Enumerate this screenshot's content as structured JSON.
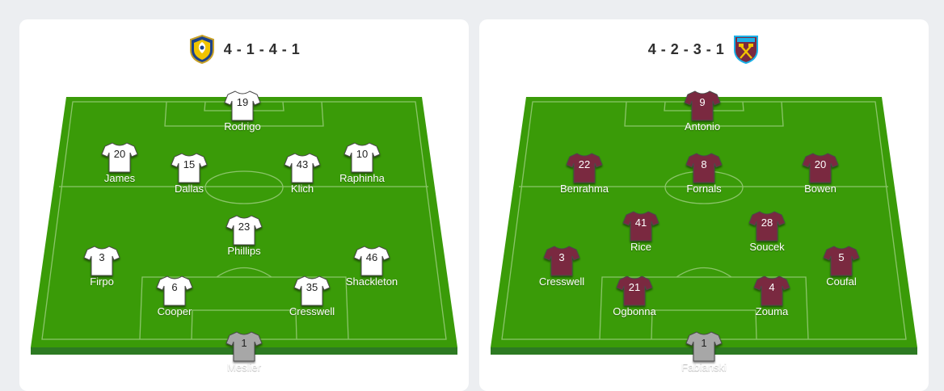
{
  "home": {
    "formation": "4 - 1 - 4 - 1",
    "crest": "leeds-crest",
    "players": [
      {
        "number": "19",
        "name": "Rodrigo",
        "kit": "home"
      },
      {
        "number": "20",
        "name": "James",
        "kit": "home"
      },
      {
        "number": "15",
        "name": "Dallas",
        "kit": "home"
      },
      {
        "number": "43",
        "name": "Klich",
        "kit": "home"
      },
      {
        "number": "10",
        "name": "Raphinha",
        "kit": "home"
      },
      {
        "number": "23",
        "name": "Phillips",
        "kit": "home"
      },
      {
        "number": "3",
        "name": "Firpo",
        "kit": "home"
      },
      {
        "number": "6",
        "name": "Cooper",
        "kit": "home"
      },
      {
        "number": "35",
        "name": "Cresswell",
        "kit": "home"
      },
      {
        "number": "46",
        "name": "Shackleton",
        "kit": "home"
      },
      {
        "number": "1",
        "name": "Meslier",
        "kit": "gk"
      }
    ]
  },
  "away": {
    "formation": "4 - 2 - 3 - 1",
    "crest": "west-ham-crest",
    "players": [
      {
        "number": "9",
        "name": "Antonio",
        "kit": "away"
      },
      {
        "number": "22",
        "name": "Benrahma",
        "kit": "away"
      },
      {
        "number": "8",
        "name": "Fornals",
        "kit": "away"
      },
      {
        "number": "20",
        "name": "Bowen",
        "kit": "away"
      },
      {
        "number": "41",
        "name": "Rice",
        "kit": "away"
      },
      {
        "number": "28",
        "name": "Soucek",
        "kit": "away"
      },
      {
        "number": "3",
        "name": "Cresswell",
        "kit": "away"
      },
      {
        "number": "21",
        "name": "Ogbonna",
        "kit": "away"
      },
      {
        "number": "4",
        "name": "Zouma",
        "kit": "away"
      },
      {
        "number": "5",
        "name": "Coufal",
        "kit": "away"
      },
      {
        "number": "1",
        "name": "Fabianski",
        "kit": "gk"
      }
    ]
  },
  "kits": {
    "home": {
      "shirt": "#ffffff",
      "text": "#222222"
    },
    "away": {
      "shirt": "#7a2940",
      "text": "#ffffff"
    },
    "gk": {
      "shirt": "#a7a7a7",
      "text": "#222222"
    }
  },
  "colors": {
    "pitch": "#3a9b08",
    "pitch_edge": "#2d7a22",
    "lines": "#8bc56a"
  }
}
